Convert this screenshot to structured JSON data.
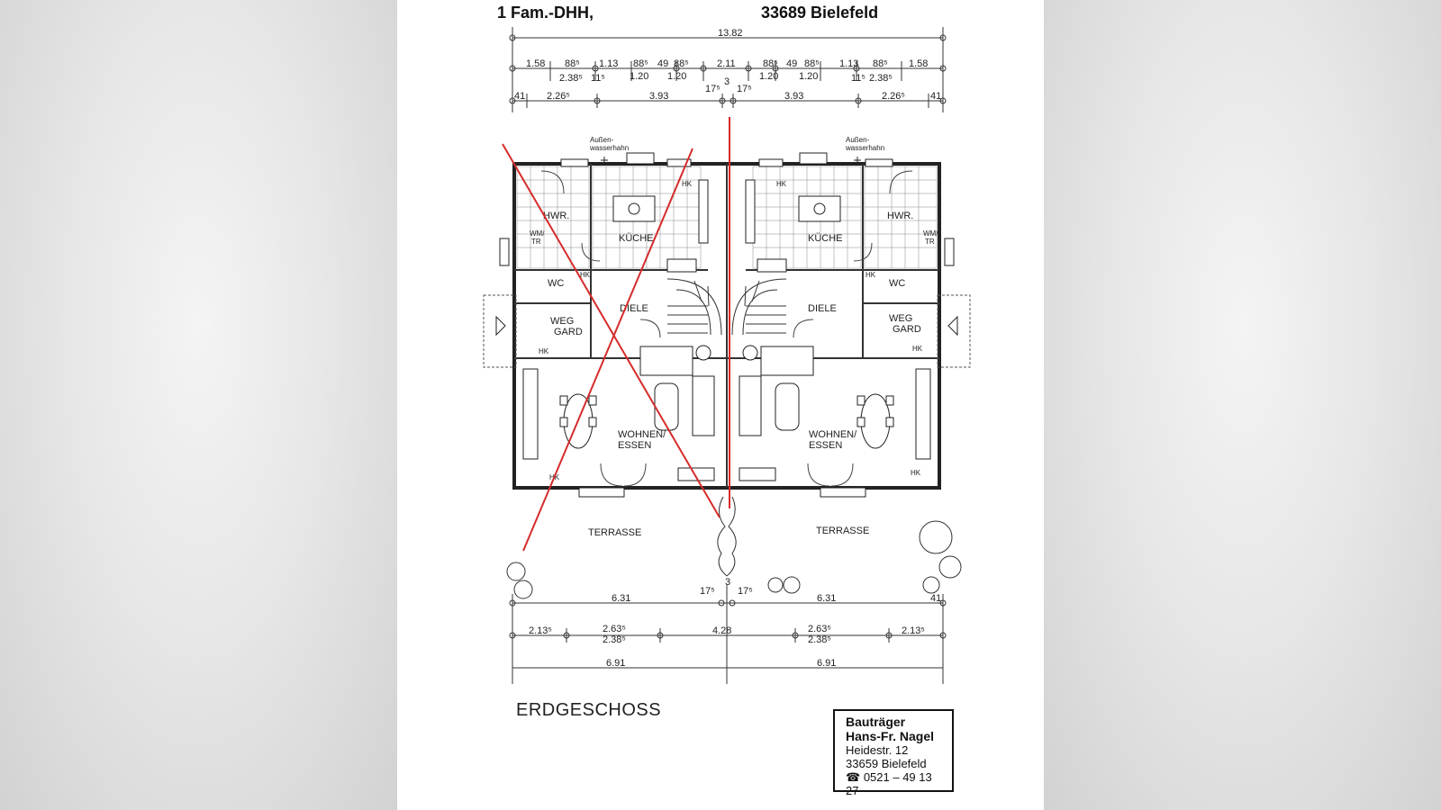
{
  "header": {
    "left": "1 Fam.-DHH,",
    "right": "33689 Bielefeld"
  },
  "floor": "ERDGESCHOSS",
  "builder": {
    "line1": "Bauträger",
    "line2": "Hans-Fr. Nagel",
    "street": "Heidestr. 12",
    "city": "33659 Bielefeld",
    "phone_icon": "telephone-icon",
    "phone": "0521 – 49 13 27"
  },
  "rooms": {
    "left": {
      "hwr": "HWR.",
      "kueche": "KÜCHE",
      "wc": "WC",
      "weg": "WEG",
      "gard": "GARD",
      "diele": "DIELE",
      "wohnen": "WOHNEN/",
      "essen": "ESSEN",
      "terrasse": "TERRASSE"
    },
    "right": {
      "hwr": "HWR.",
      "kueche": "KÜCHE",
      "wc": "WC",
      "weg": "WEG",
      "gard": "GARD",
      "diele": "DIELE",
      "wohnen": "WOHNEN/",
      "essen": "ESSEN",
      "terrasse": "TERRASSE"
    }
  },
  "labels": {
    "aussen1": "Außen-",
    "aussen2": "wasserhahn",
    "hk": "HK",
    "wm": "WM/",
    "tr": "TR"
  },
  "top_dims": {
    "total": "13.82",
    "row2": [
      "1.58",
      "88⁵",
      "1.13",
      "88⁵",
      "49",
      "88⁵",
      "2.11",
      "88⁵",
      "49",
      "88⁵",
      "1.13",
      "88⁵",
      "1.58"
    ],
    "row3": [
      "2.38⁵",
      "11⁵",
      "1.20",
      "1.20",
      "1.20",
      "1.20",
      "11⁵",
      "2.38⁵"
    ],
    "row4": [
      "41",
      "2.26⁵",
      "3.93",
      "17⁵",
      "3",
      "17⁵",
      "3.93",
      "2.26⁵",
      "41"
    ]
  },
  "bottom_dims": {
    "row1": [
      "6.31",
      "17⁵",
      "3",
      "17⁵",
      "6.31",
      "41"
    ],
    "row2": [
      "2.13⁵",
      "2.63⁵",
      "2.38⁵",
      "4.28",
      "2.63⁵",
      "2.38⁵",
      "2.13⁵"
    ],
    "row3": [
      "6.91",
      "6.91"
    ]
  }
}
